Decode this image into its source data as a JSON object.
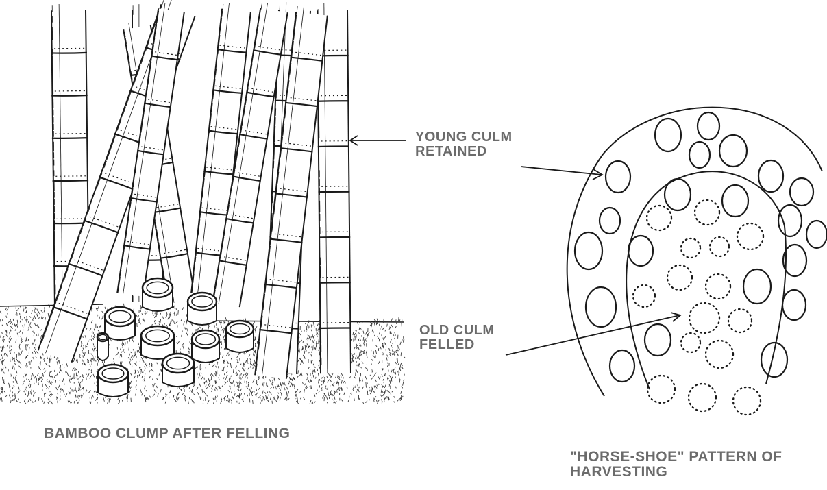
{
  "labels": {
    "young_culm": [
      "YOUNG CULM",
      "RETAINED"
    ],
    "old_culm": [
      "OLD CULM",
      "FELLED"
    ],
    "clump_caption": "BAMBOO CLUMP AFTER FELLING",
    "horseshoe_caption": [
      "\"HORSE-SHOE\" PATTERN OF",
      "HARVESTING"
    ]
  },
  "colors": {
    "ink": "#1a1a1a",
    "label_gray": "#6b6b6b",
    "ground": "#3a3a3a",
    "background": "#ffffff"
  }
}
